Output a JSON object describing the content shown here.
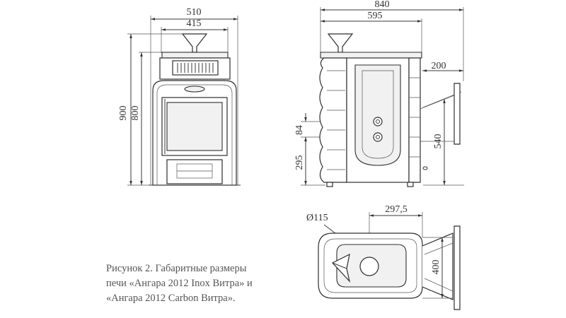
{
  "dimensions": {
    "front_outer_width": "510",
    "front_inner_width": "415",
    "front_height_total": "900",
    "front_height_body": "800",
    "side_outer_width": "840",
    "side_inner_width": "595",
    "side_offset": "200",
    "side_pipe_gap": "84",
    "side_pipe_height": "295",
    "side_door_height": "540",
    "top_diameter": "Ø115",
    "top_offset": "297,5",
    "top_depth": "400"
  },
  "caption": {
    "line1": "Рисунок 2. Габаритные размеры",
    "line2": "печи «Ангара 2012 Inox Витра» и",
    "line3": "«Ангара 2012 Carbon Витра»."
  }
}
